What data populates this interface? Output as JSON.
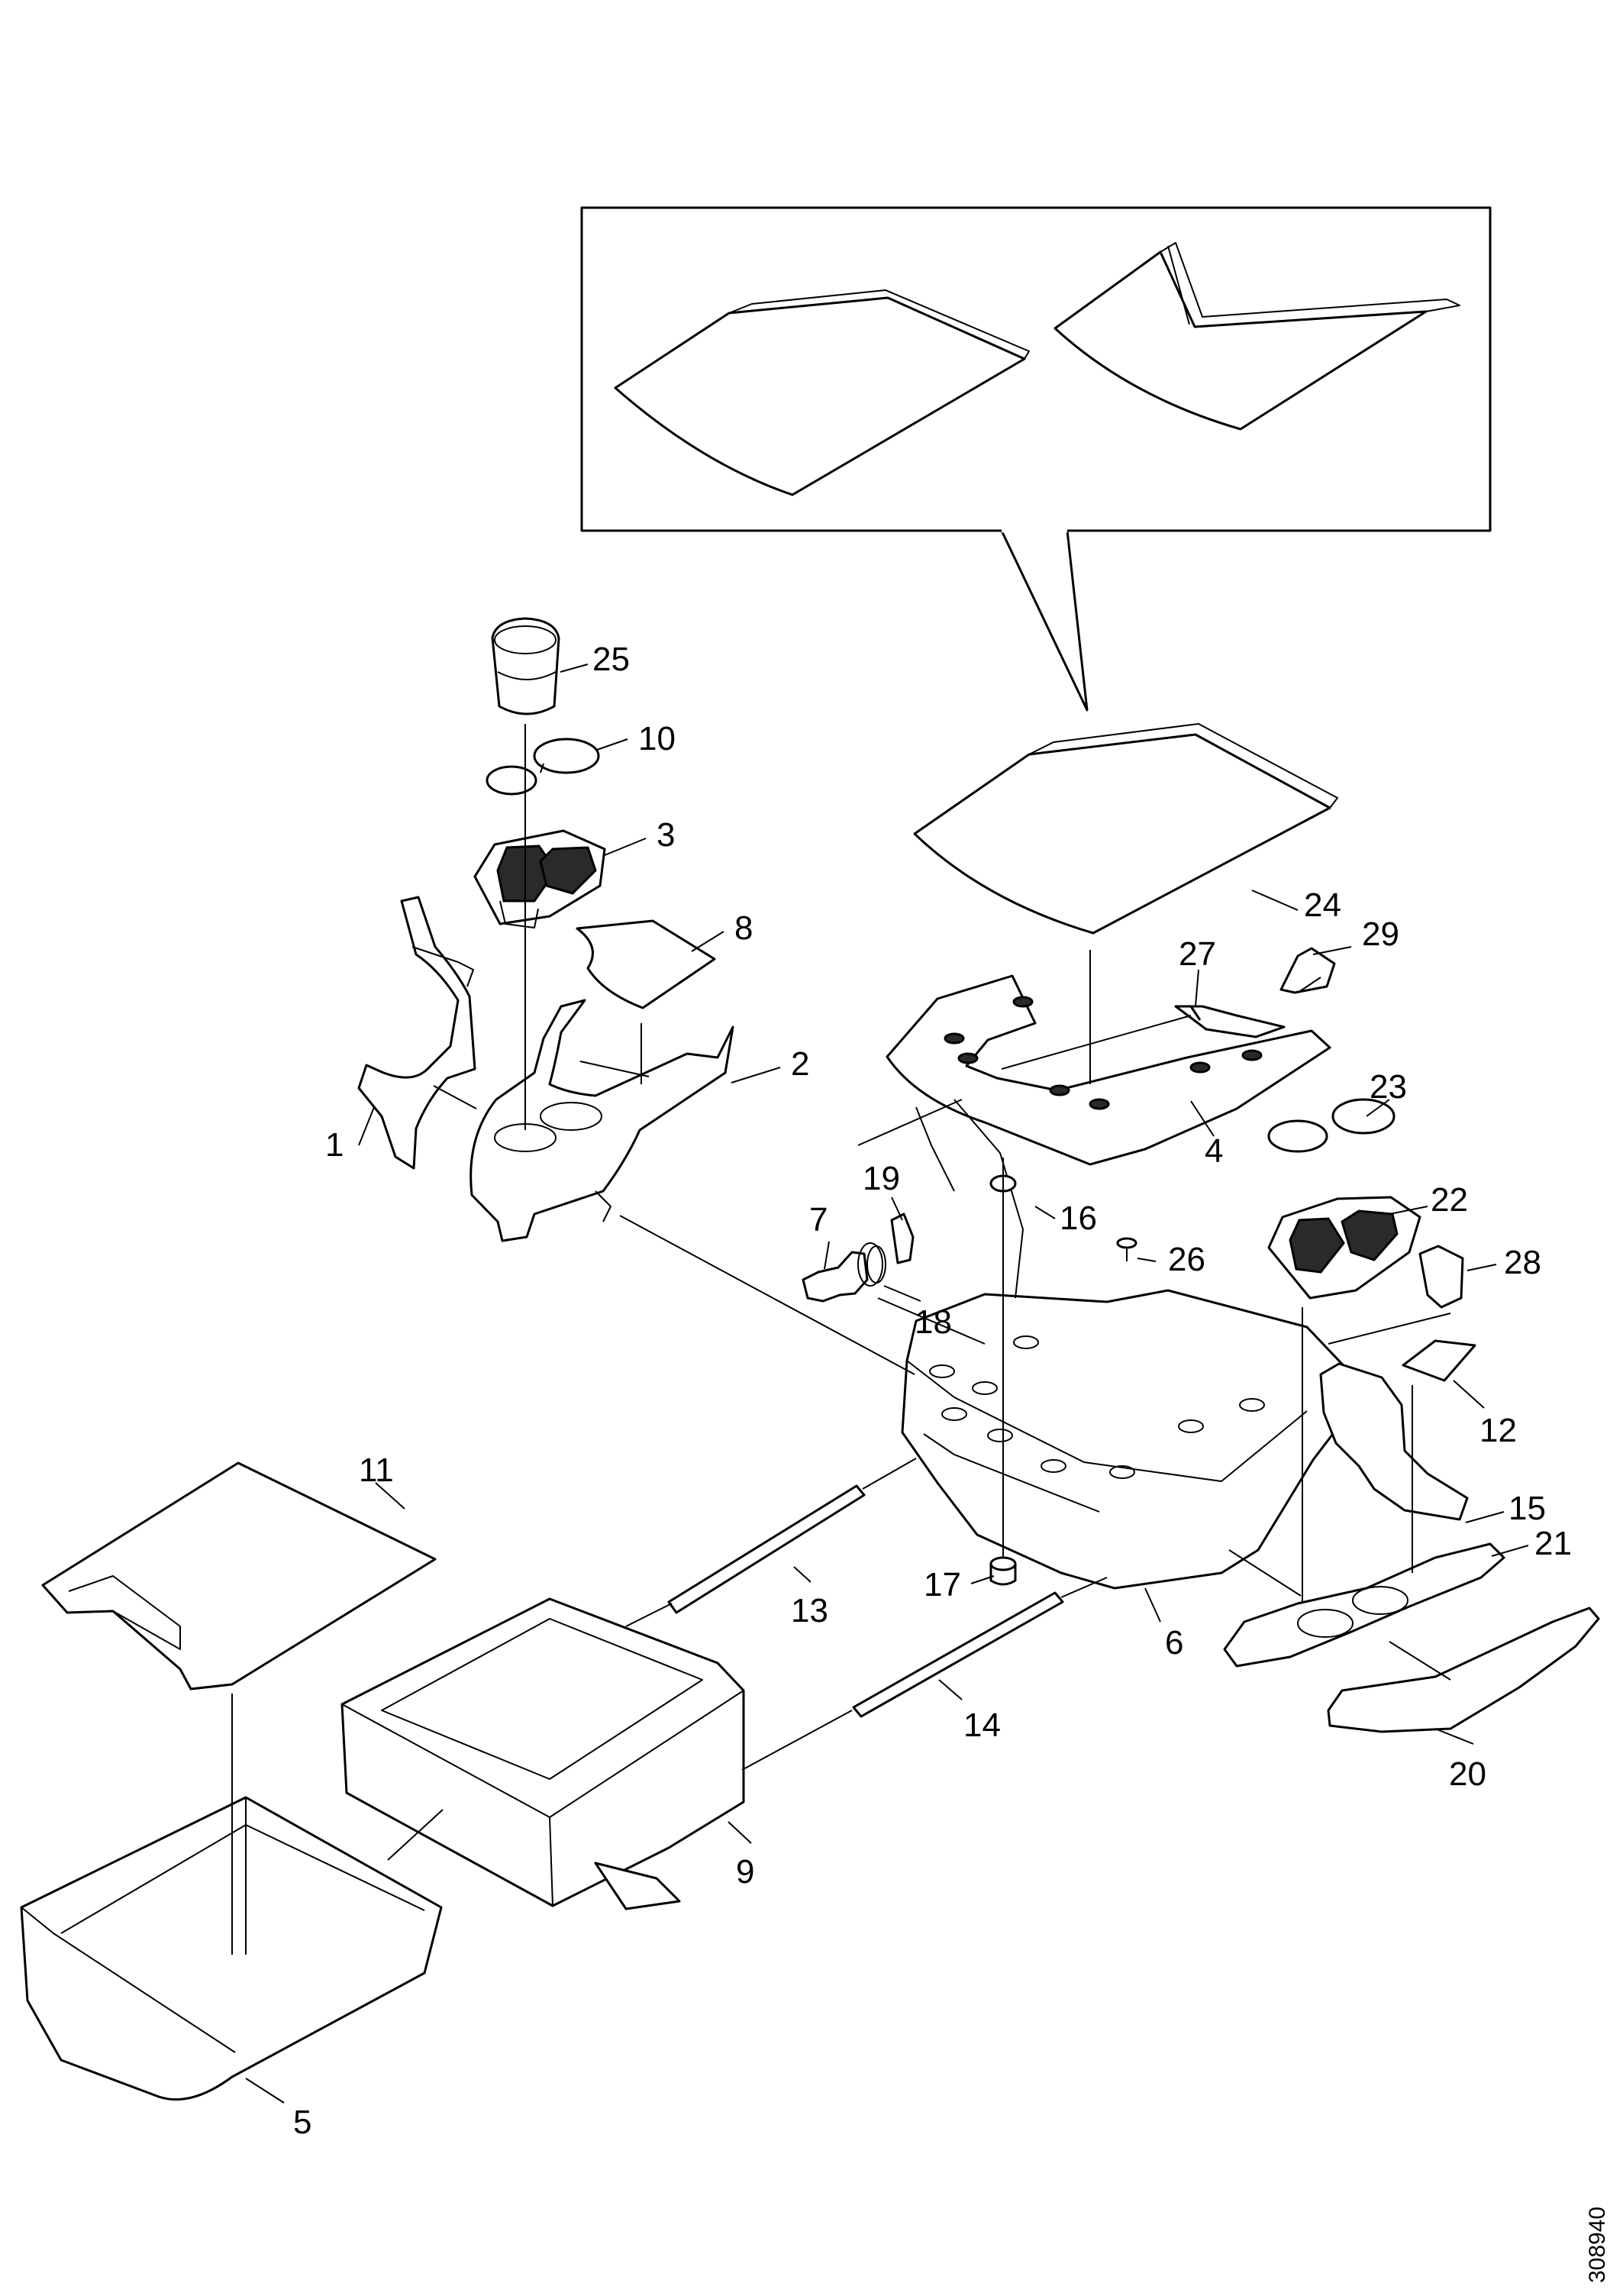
{
  "diagram": {
    "drawing_number": "308940",
    "callouts": [
      {
        "id": "1",
        "label": "1"
      },
      {
        "id": "2",
        "label": "2"
      },
      {
        "id": "3",
        "label": "3"
      },
      {
        "id": "4",
        "label": "4"
      },
      {
        "id": "5",
        "label": "5"
      },
      {
        "id": "6",
        "label": "6"
      },
      {
        "id": "7",
        "label": "7"
      },
      {
        "id": "8",
        "label": "8"
      },
      {
        "id": "9",
        "label": "9"
      },
      {
        "id": "10",
        "label": "10"
      },
      {
        "id": "11",
        "label": "11"
      },
      {
        "id": "12",
        "label": "12"
      },
      {
        "id": "13",
        "label": "13"
      },
      {
        "id": "14",
        "label": "14"
      },
      {
        "id": "15",
        "label": "15"
      },
      {
        "id": "16",
        "label": "16"
      },
      {
        "id": "17",
        "label": "17"
      },
      {
        "id": "18",
        "label": "18"
      },
      {
        "id": "19",
        "label": "19"
      },
      {
        "id": "20",
        "label": "20"
      },
      {
        "id": "21",
        "label": "21"
      },
      {
        "id": "22",
        "label": "22"
      },
      {
        "id": "23",
        "label": "23"
      },
      {
        "id": "24",
        "label": "24"
      },
      {
        "id": "25",
        "label": "25"
      },
      {
        "id": "26",
        "label": "26"
      },
      {
        "id": "27",
        "label": "27"
      },
      {
        "id": "28",
        "label": "28"
      },
      {
        "id": "29",
        "label": "29"
      }
    ]
  }
}
